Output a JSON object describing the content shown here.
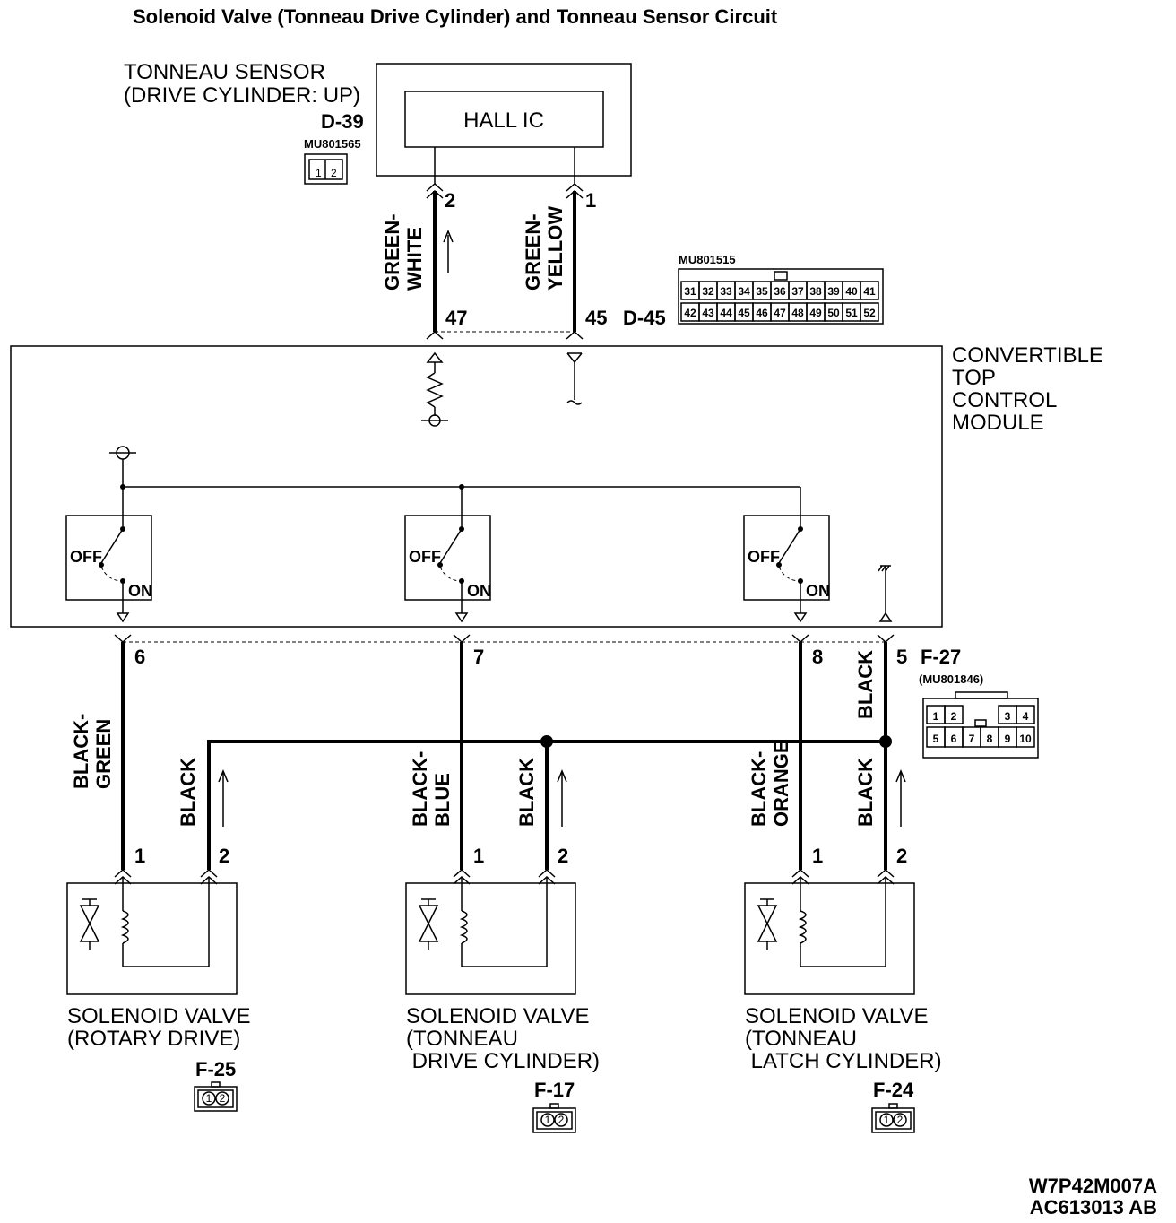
{
  "title": "Solenoid Valve (Tonneau Drive Cylinder) and Tonneau Sensor Circuit",
  "sensor": {
    "label_line1": "TONNEAU SENSOR",
    "label_line2": "(DRIVE CYLINDER: UP)",
    "connector": "D-39",
    "part_no": "MU801565",
    "ic": "HALL IC",
    "pins": [
      "1",
      "2"
    ],
    "pin_left": "2",
    "pin_right": "1"
  },
  "wires_top": {
    "left_line1": "GREEN-",
    "left_line2": "WHITE",
    "right_line1": "GREEN-",
    "right_line2": "YELLOW"
  },
  "module_connector": {
    "pin_left": "47",
    "pin_right": "45",
    "connector": "D-45",
    "part_no": "MU801515",
    "row1": [
      "31",
      "32",
      "33",
      "34",
      "35",
      "36",
      "37",
      "38",
      "39",
      "40",
      "41"
    ],
    "row2": [
      "42",
      "43",
      "44",
      "45",
      "46",
      "47",
      "48",
      "49",
      "50",
      "51",
      "52"
    ]
  },
  "module": {
    "line1": "CONVERTIBLE",
    "line2": "TOP",
    "line3": "CONTROL",
    "line4": "MODULE",
    "switch_off": "OFF",
    "switch_on": "ON"
  },
  "bottom_connector": {
    "pins": [
      "6",
      "7",
      "8",
      "5"
    ],
    "connector": "F-27",
    "part_no": "(MU801846)",
    "row1": [
      "1",
      "2",
      "3",
      "4"
    ],
    "row2": [
      "5",
      "6",
      "7",
      "8",
      "9",
      "10"
    ]
  },
  "wires_bottom": {
    "w6_line1": "BLACK-",
    "w6_line2": "GREEN",
    "w7_line1": "BLACK-",
    "w7_line2": "BLUE",
    "w8_line1": "BLACK-",
    "w8_line2": "ORANGE",
    "black": "BLACK"
  },
  "solenoids": [
    {
      "line1": "SOLENOID VALVE",
      "line2": "(ROTARY DRIVE)",
      "line3": "",
      "connector": "F-25",
      "pin1": "1",
      "pin2": "2"
    },
    {
      "line1": "SOLENOID VALVE",
      "line2": "(TONNEAU",
      "line3": " DRIVE CYLINDER)",
      "connector": "F-17",
      "pin1": "1",
      "pin2": "2"
    },
    {
      "line1": "SOLENOID VALVE",
      "line2": "(TONNEAU",
      "line3": " LATCH CYLINDER)",
      "connector": "F-24",
      "pin1": "1",
      "pin2": "2"
    }
  ],
  "codes": {
    "code1": "W7P42M007A",
    "code2": "AC613013 AB"
  }
}
